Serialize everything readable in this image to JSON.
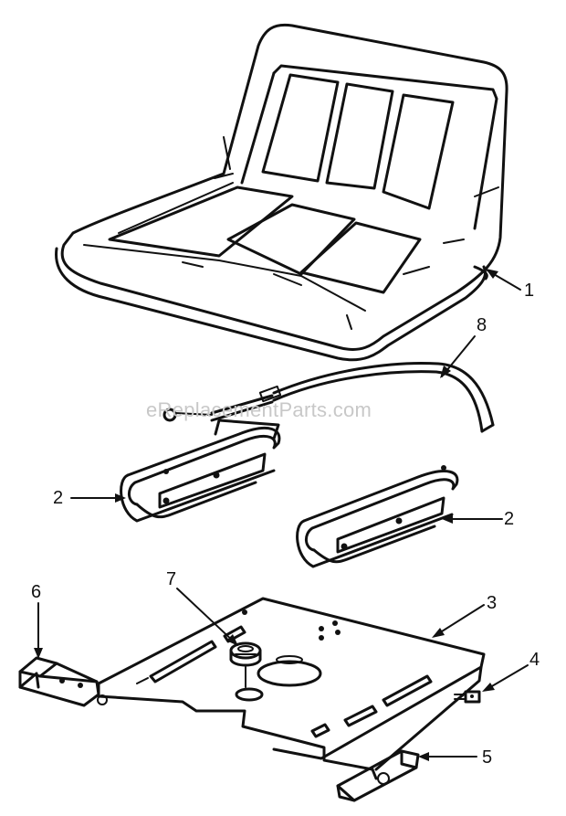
{
  "watermark": "eReplacementParts.com",
  "callouts": {
    "seat": "1",
    "bracket_left": "2",
    "bracket_right": "2",
    "seat_pan": "3",
    "bolt": "4",
    "rear_clip": "5",
    "front_clip": "6",
    "knob": "7",
    "cable": "8"
  },
  "colors": {
    "ink": "#111111",
    "watermark": "#c8c8c8",
    "background": "#ffffff"
  }
}
